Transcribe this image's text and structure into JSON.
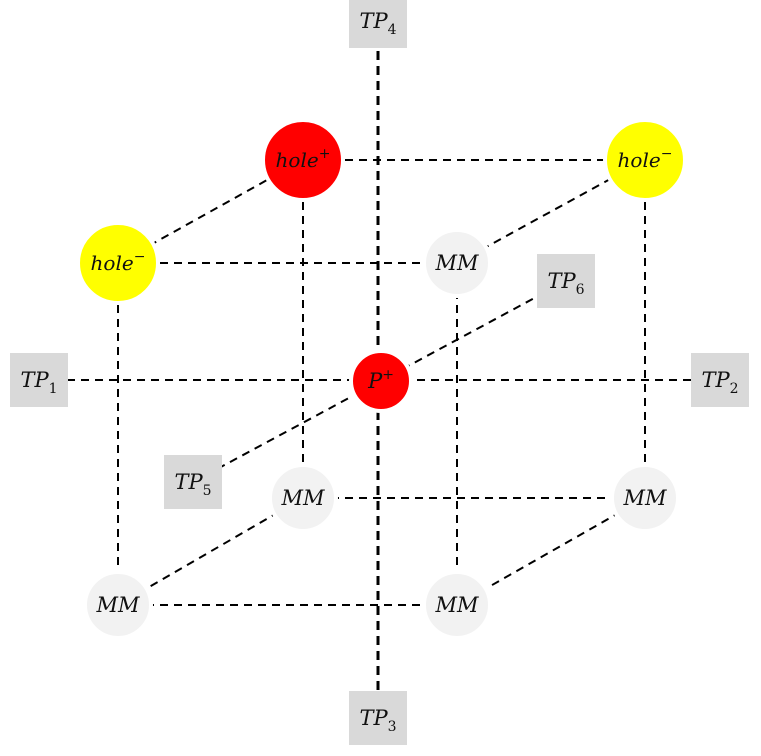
{
  "colors": {
    "red": "#ff0000",
    "yellow": "#ffff00",
    "mm": "#f2f2f2",
    "tp_box": "#d9d9d9",
    "line": "#000000"
  },
  "nodes": {
    "tp4": {
      "base": "TP",
      "sub": "4"
    },
    "tp3": {
      "base": "TP",
      "sub": "3"
    },
    "tp1": {
      "base": "TP",
      "sub": "1"
    },
    "tp2": {
      "base": "TP",
      "sub": "2"
    },
    "tp5": {
      "base": "TP",
      "sub": "5"
    },
    "tp6": {
      "base": "TP",
      "sub": "6"
    },
    "p_plus": {
      "base": "P",
      "sup": "+"
    },
    "hole_plus": {
      "base": "hole",
      "sup": "+"
    },
    "hole_minus_right": {
      "base": "hole",
      "sup": "−"
    },
    "hole_minus_left": {
      "base": "hole",
      "sup": "−"
    },
    "mm_back_center": {
      "base": "MM"
    },
    "mm_mid_left": {
      "base": "MM"
    },
    "mm_mid_right": {
      "base": "MM"
    },
    "mm_front_left": {
      "base": "MM"
    },
    "mm_front_center": {
      "base": "MM"
    }
  }
}
